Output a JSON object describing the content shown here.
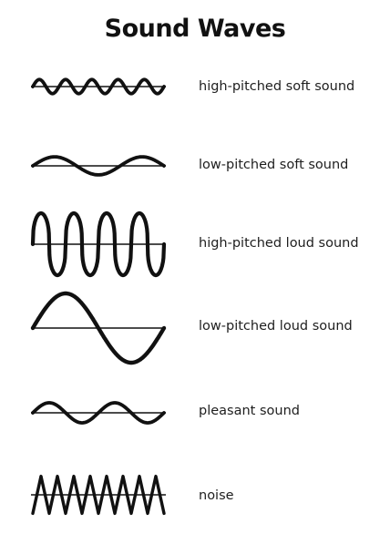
{
  "title": "Sound Waves",
  "ink_color": "#111111",
  "waves": [
    {
      "label": "high-pitched soft sound",
      "cycles": 5,
      "amplitude": 0.35,
      "shape": "sine"
    },
    {
      "label": "low-pitched soft sound",
      "cycles": 1.5,
      "amplitude": 0.45,
      "shape": "sine"
    },
    {
      "label": "high-pitched loud sound",
      "cycles": 4,
      "amplitude": 1.0,
      "shape": "squarish"
    },
    {
      "label": "low-pitched loud sound",
      "cycles": 1,
      "amplitude": 1.0,
      "shape": "sine"
    },
    {
      "label": "pleasant sound",
      "cycles": 2,
      "amplitude": 0.5,
      "shape": "sine"
    },
    {
      "label": "noise",
      "cycles": 8,
      "amplitude": 0.85,
      "shape": "zigzag"
    }
  ]
}
